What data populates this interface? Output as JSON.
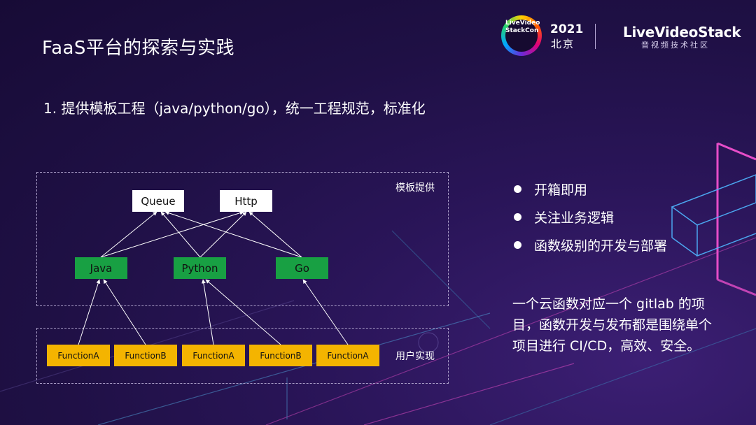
{
  "slide": {
    "title": "FaaS平台的探索与实践",
    "subtitle": "1. 提供模板工程（java/python/go），统一工程规范，标准化"
  },
  "header": {
    "event_logo_text": "LiveVideo StackCon",
    "year": "2021",
    "city": "北京",
    "brand": "LiveVideoStack",
    "brand_sub": "音视频技术社区"
  },
  "diagram": {
    "template_label": "模板提供",
    "user_label": "用户实现",
    "interfaces": [
      "Queue",
      "Http"
    ],
    "languages": [
      "Java",
      "Python",
      "Go"
    ],
    "functions": [
      "FunctionA",
      "FunctionB",
      "FunctionA",
      "FunctionB",
      "FunctionA"
    ]
  },
  "bullets": [
    "开箱即用",
    "关注业务逻辑",
    "函数级别的开发与部署"
  ],
  "note": "一个云函数对应一个 gitlab 的项目，函数开发与发布都是围绕单个项目进行 CI/CD，高效、安全。",
  "colors": {
    "background": "#22124c",
    "node_white": "#ffffff",
    "node_green": "#18a043",
    "node_yellow": "#f4b400",
    "accent_pink": "#e64dc8",
    "accent_cyan": "#3ea8d8"
  }
}
